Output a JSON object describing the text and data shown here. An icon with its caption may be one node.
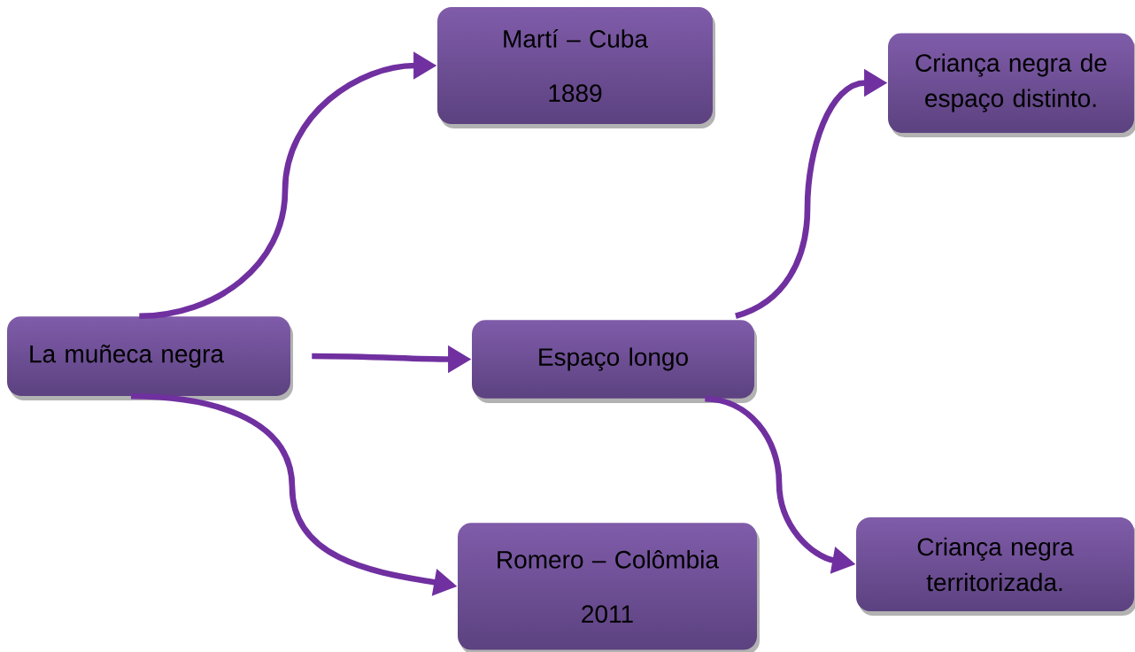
{
  "diagram": {
    "nodes": [
      {
        "text": [
          "La muñeca negra"
        ]
      },
      {
        "text": [
          "Martí – Cuba",
          "1889"
        ]
      },
      {
        "text": [
          "Espaço longo"
        ]
      },
      {
        "text": [
          "Romero – Colômbia",
          "2011"
        ]
      },
      {
        "text": [
          "Criança negra de espaço distinto."
        ]
      },
      {
        "text": [
          "Criança negra territorizada."
        ]
      }
    ],
    "edges": [
      {
        "from": 0,
        "to": 1,
        "arrow": "to"
      },
      {
        "from": 0,
        "to": 2,
        "arrow": "to"
      },
      {
        "from": 0,
        "to": 3,
        "arrow": "to"
      },
      {
        "from": 2,
        "to": 4,
        "arrow": "to"
      },
      {
        "from": 2,
        "to": 5,
        "arrow": "to"
      }
    ]
  }
}
